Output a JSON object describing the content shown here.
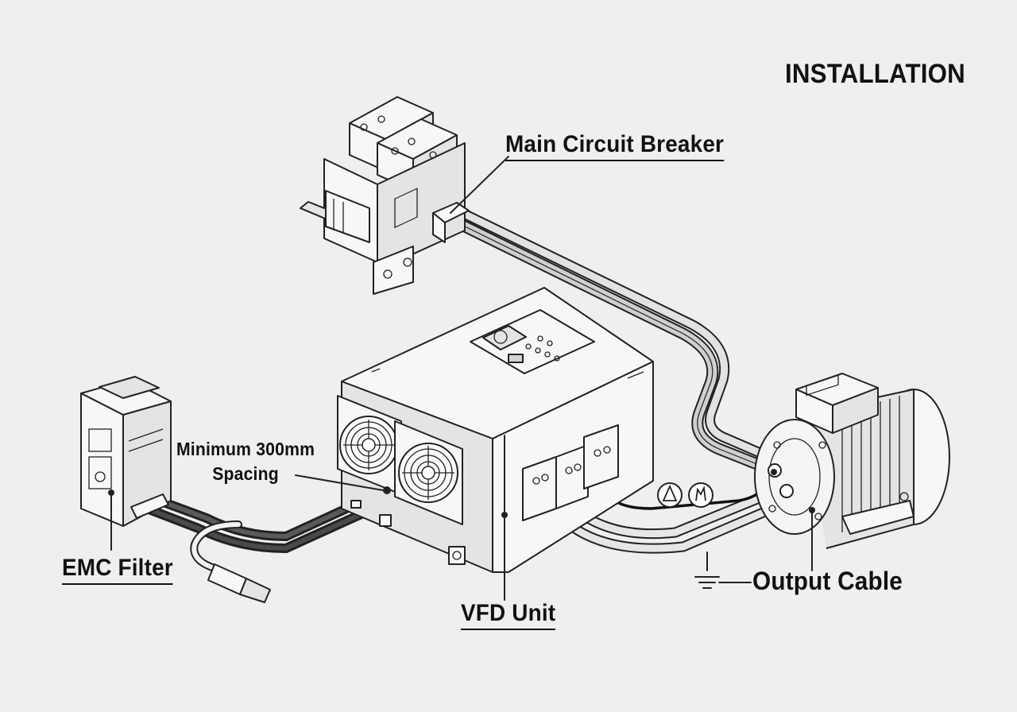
{
  "diagram": {
    "title": "INSTALLATION",
    "labels": {
      "main_circuit_breaker": "Main Circuit Breaker",
      "emc_filter": "EMC Filter",
      "vfd_unit": "VFD Unit",
      "output_cable": "Output Cable",
      "spacing_line1": "Minimum 300mm",
      "spacing_line2": "Spacing"
    },
    "icons": [
      "circuit-breaker-icon",
      "vfd-unit-icon",
      "cooling-fan-icon",
      "emc-filter-icon",
      "motor-icon",
      "warning-triangle-icon",
      "hot-surface-warning-icon",
      "ground-symbol-icon"
    ],
    "colors": {
      "background": "#efefef",
      "line": "#222222",
      "text": "#111111"
    }
  }
}
